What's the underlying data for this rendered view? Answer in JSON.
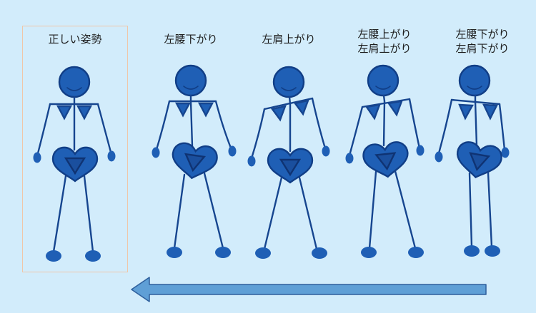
{
  "figures": [
    {
      "id": "correct",
      "label": "正しい姿勢"
    },
    {
      "id": "left-hip-down",
      "label": "左腰下がり"
    },
    {
      "id": "left-shoulder-up",
      "label": "左肩上がり"
    },
    {
      "id": "left-hip-up-left-shoulder-up",
      "label_line1": "左腰上がり",
      "label_line2": "左肩上がり"
    },
    {
      "id": "left-hip-down-left-shoulder-down",
      "label_line1": "左腰下がり",
      "label_line2": "左肩下がり"
    }
  ],
  "colors": {
    "background": "#d2ecfb",
    "figure_fill": "#1f5fb5",
    "figure_dark": "#113e86",
    "figure_line": "#16458f",
    "arrow_fill": "#5f9fd6",
    "arrow_stroke": "#2e5f9c",
    "highlight_border": "#f0c6a8"
  }
}
